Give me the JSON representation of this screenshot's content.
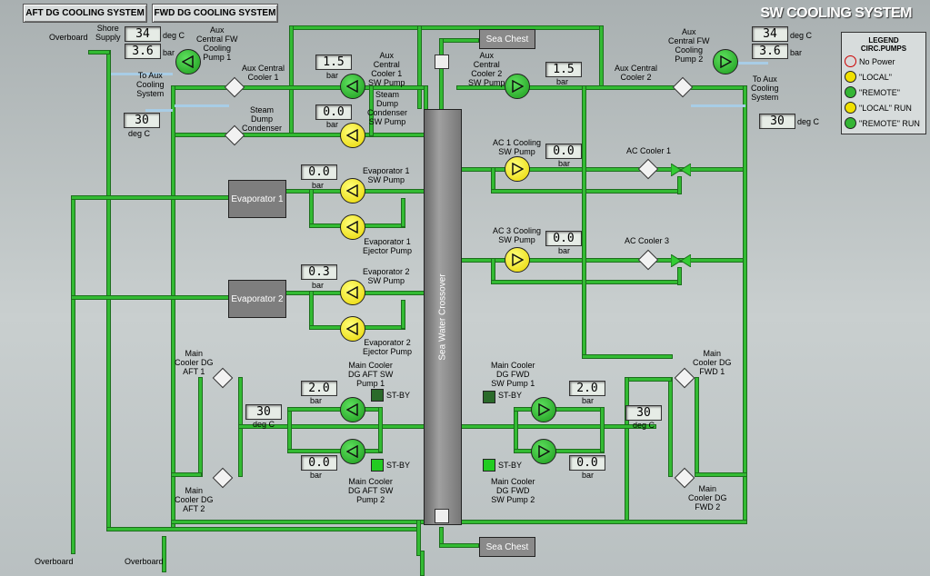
{
  "tabs": {
    "aft": "AFT DG COOLING SYSTEM",
    "fwd": "FWD DG COOLING SYSTEM"
  },
  "title": "SW COOLING SYSTEM",
  "labels": {
    "overboard_top": "Overboard",
    "shore_supply": "Shore\nSupply",
    "overboard_bl": "Overboard",
    "overboard_bm": "Overboard",
    "aux_fw_pump1": "Aux\nCentral FW\nCooling\nPump 1",
    "aux_fw_pump2": "Aux\nCentral FW\nCooling\nPump 2",
    "to_aux_left": "To Aux\nCooling\nSystem",
    "to_aux_right": "To Aux\nCooling\nSystem",
    "aux_cooler1": "Aux Central\nCooler 1",
    "aux_cooler2": "Aux Central\nCooler 2",
    "aux_sw1": "Aux\nCentral\nCooler 1\nSW Pump",
    "aux_sw2": "Aux\nCentral\nCooler 2\nSW Pump",
    "steam_dump_cond": "Steam\nDump\nCondenser",
    "steam_dump_pump": "Steam\nDump\nCondenser\nSW Pump",
    "evap1_sw": "Evaporator 1\nSW Pump",
    "evap1_ej": "Evaporator 1\nEjector Pump",
    "evap2_sw": "Evaporator 2\nSW Pump",
    "evap2_ej": "Evaporator 2\nEjector Pump",
    "ac1_pump": "AC 1 Cooling\nSW Pump",
    "ac3_pump": "AC 3 Cooling\nSW Pump",
    "ac_cooler1": "AC Cooler 1",
    "ac_cooler3": "AC Cooler 3",
    "main_aft1": "Main\nCooler DG\nAFT 1",
    "main_aft2": "Main\nCooler DG\nAFT 2",
    "main_fwd1": "Main\nCooler DG\nFWD 1",
    "main_fwd2": "Main\nCooler DG\nFWD 2",
    "dg_aft_p1": "Main Cooler\nDG AFT SW\nPump 1",
    "dg_aft_p2": "Main Cooler\nDG AFT SW\nPump 2",
    "dg_fwd_p1": "Main Cooler\nDG FWD\nSW Pump 1",
    "dg_fwd_p2": "Main Cooler\nDG FWD\nSW Pump 2",
    "stby": "ST-BY",
    "evaporator1": "Evaporator 1",
    "evaporator2": "Evaporator 2",
    "sea_chest": "Sea Chest",
    "crossover": "Sea Water Crossover"
  },
  "readings": {
    "fw1_temp": "34",
    "fw1_temp_unit": "deg C",
    "fw1_press": "3.6",
    "fw1_press_unit": "bar",
    "fw2_temp": "34",
    "fw2_temp_unit": "deg C",
    "fw2_press": "3.6",
    "fw2_press_unit": "bar",
    "aux_left_temp": "30",
    "aux_right_temp": "30",
    "deg_c": "deg C",
    "bar": "bar",
    "aux_sw1": "1.5",
    "aux_sw2": "1.5",
    "steam": "0.0",
    "evap1": "0.0",
    "evap2": "0.3",
    "ac1": "0.0",
    "ac3": "0.0",
    "dg_aft_p1": "2.0",
    "dg_aft_p2": "0.0",
    "dg_fwd_p1": "2.0",
    "dg_fwd_p2": "0.0",
    "aft_temp": "30",
    "fwd_temp": "30"
  },
  "legend": {
    "title": "LEGEND\nCIRC.PUMPS",
    "items": [
      "No Power",
      "\"LOCAL\"",
      "\"REMOTE\"",
      "\"LOCAL\" RUN",
      "\"REMOTE\" RUN"
    ],
    "colors": [
      "#d9d9d9",
      "#f0e000",
      "#35b535",
      "#f0e000",
      "#35b535"
    ]
  },
  "colors": {
    "pipe": "#33bb33",
    "pump_green": "#35b535",
    "pump_yellow": "#f0e000",
    "title": "#ffffff"
  }
}
